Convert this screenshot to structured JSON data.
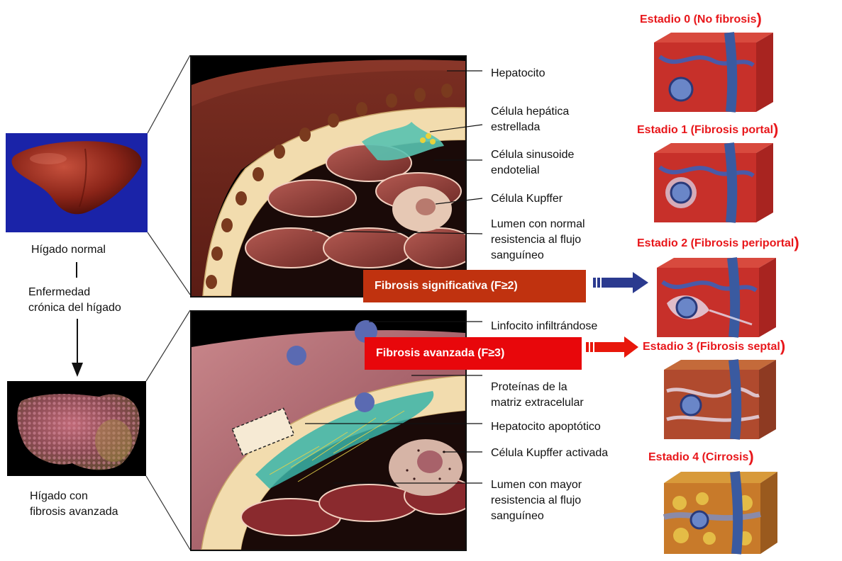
{
  "left": {
    "normal_caption": "Hígado normal",
    "disease_caption": "Enfermedad\ncrónica del hígado",
    "advanced_caption": "Hígado con\nfibrosis avanzada"
  },
  "top_labels": [
    "Hepatocito",
    "Célula hepática\nestrellada",
    "Célula sinusoide\nendotelial",
    "Célula Kupffer",
    "Lumen con normal\nresistencia al flujo\nsanguíneo"
  ],
  "bottom_labels": [
    "Linfocito infiltrándose",
    "Proteínas de la\nmatriz extracelular",
    "Hepatocito apoptótico",
    "Célula Kupffer activada",
    "Lumen con mayor\nresistencia al flujo\nsanguíneo"
  ],
  "banners": {
    "significant": "Fibrosis significativa (F≥2)",
    "advanced": "Fibrosis avanzada (F≥3)"
  },
  "stages": [
    {
      "title": "Estadio 0 (No fibrosis",
      "paren": ")"
    },
    {
      "title": "Estadio 1 (Fibrosis portal",
      "paren": ")"
    },
    {
      "title": "Estadio 2 (Fibrosis periportal",
      "paren": ")"
    },
    {
      "title": "Estadio 3 (Fibrosis septal",
      "paren": ")"
    },
    {
      "title": "Estadio 4 (Cirrosis",
      "paren": ")"
    }
  ],
  "colors": {
    "stage_title": "#e8171b",
    "banner_significant": "#c0320f",
    "banner_advanced": "#e8070b",
    "arrow_blue": "#2b3a8f",
    "arrow_red": "#e8170b"
  }
}
